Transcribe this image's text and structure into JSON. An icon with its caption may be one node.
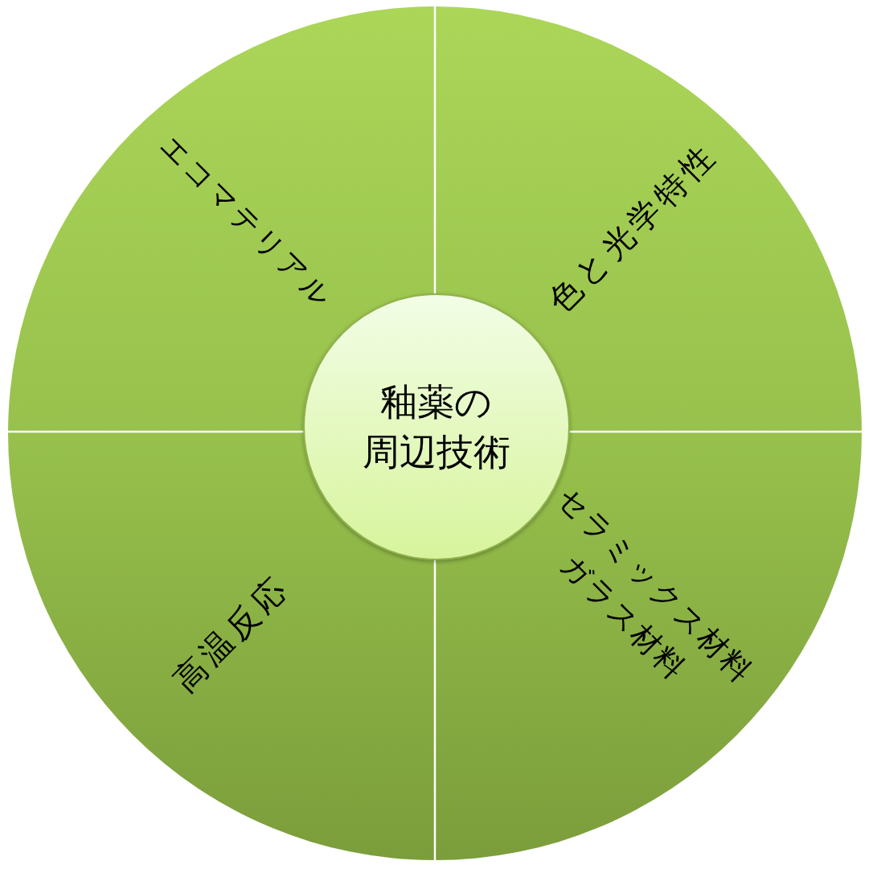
{
  "diagram": {
    "nodes": [
      {
        "text": [
          "エコマテリアル"
        ]
      },
      {
        "text": [
          "色と光学特性"
        ]
      },
      {
        "text": [
          "釉薬の周辺技術"
        ]
      },
      {
        "text": [
          "高温反応"
        ]
      },
      {
        "text": [
          "セラミックス材料",
          "ガラス材料"
        ]
      }
    ]
  }
}
